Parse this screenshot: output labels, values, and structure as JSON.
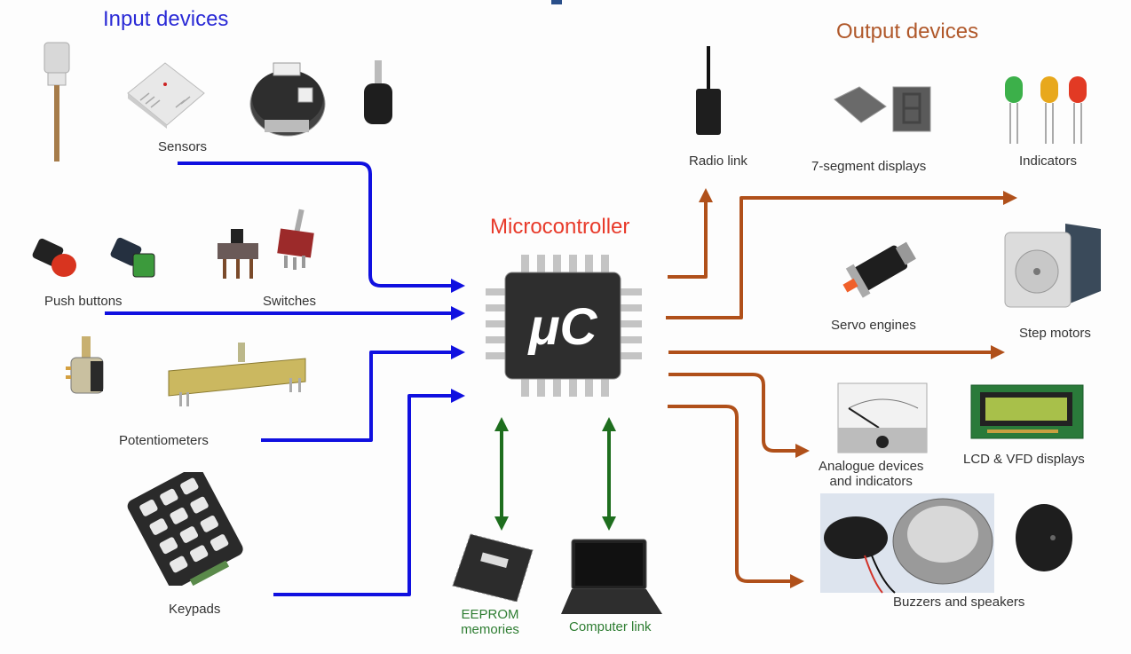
{
  "headings": {
    "input": "Input devices",
    "output": "Output devices",
    "center": "Microcontroller",
    "chip_text": "μC"
  },
  "inputs": [
    {
      "id": "sensors",
      "label": "Sensors"
    },
    {
      "id": "push-buttons",
      "label": "Push buttons"
    },
    {
      "id": "switches",
      "label": "Switches"
    },
    {
      "id": "potentiometers",
      "label": "Potentiometers"
    },
    {
      "id": "keypads",
      "label": "Keypads"
    }
  ],
  "outputs": [
    {
      "id": "radio-link",
      "label": "Radio link"
    },
    {
      "id": "7-segment-displays",
      "label": "7-segment displays"
    },
    {
      "id": "indicators",
      "label": "Indicators"
    },
    {
      "id": "servo-engines",
      "label": "Servo engines"
    },
    {
      "id": "step-motors",
      "label": "Step motors"
    },
    {
      "id": "analogue-devices",
      "label_line1": "Analogue devices",
      "label_line2": "and indicators"
    },
    {
      "id": "lcd-vfd-displays",
      "label": "LCD & VFD displays"
    },
    {
      "id": "buzzers-speakers",
      "label": "Buzzers and speakers"
    }
  ],
  "bidirectional": [
    {
      "id": "eeprom",
      "label_line1": "EEPROM",
      "label_line2": "memories"
    },
    {
      "id": "computer-link",
      "label": "Computer link"
    }
  ],
  "colors": {
    "input_arrow": "#1010e0",
    "output_arrow": "#b0501a",
    "bidir_arrow": "#1e6e1e",
    "chip_body": "#2e2e2e",
    "chip_pins": "#c4c4c4"
  }
}
